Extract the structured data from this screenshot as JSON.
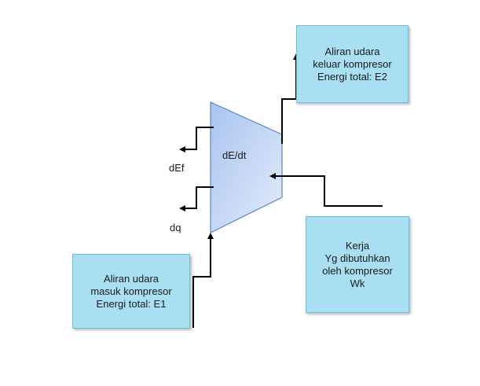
{
  "device": {
    "label": "dE/dt",
    "fill_top": "#a9c3f0",
    "fill_bottom": "#e3ecfb",
    "stroke": "#5a82c8"
  },
  "outputs": {
    "dEf": "dEf",
    "dq": "dq"
  },
  "boxes": {
    "outlet": {
      "lines": [
        "Aliran udara",
        "keluar kompresor",
        "Energi total:  E2"
      ]
    },
    "inlet": {
      "lines": [
        "Aliran udara",
        "masuk kompresor",
        "Energi total:  E1"
      ]
    },
    "work": {
      "lines": [
        "Kerja",
        "Yg dibutuhkan",
        "oleh kompresor",
        "Wk"
      ]
    }
  },
  "colors": {
    "box_fill": "#a8dff3",
    "box_border": "#6ec0dc",
    "arrow": "#000000"
  }
}
